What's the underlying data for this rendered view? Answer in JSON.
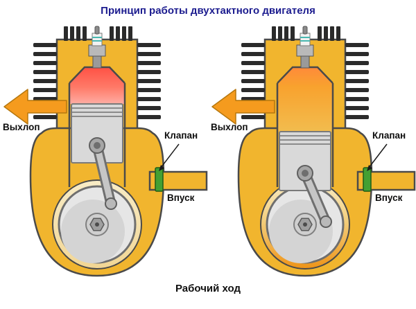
{
  "title": "Принцип работы двухтактного двигателя",
  "caption": "Рабочий ход",
  "labels": {
    "exhaust": "Выхлоп",
    "valve": "Клапан",
    "intake": "Впуск"
  },
  "colors": {
    "title_text": "#1c1c8f",
    "engine_body": "#f1b52e",
    "cooling_fins": "#2b2b2b",
    "combustion_chamber": "#ff5144",
    "expanding_gases": "#f8a22e",
    "exhaust_arrow": "#f59b1e",
    "intake_valve": "#43a033",
    "piston": "#d9d9d9",
    "crank_disc": "#e6e6e6"
  }
}
